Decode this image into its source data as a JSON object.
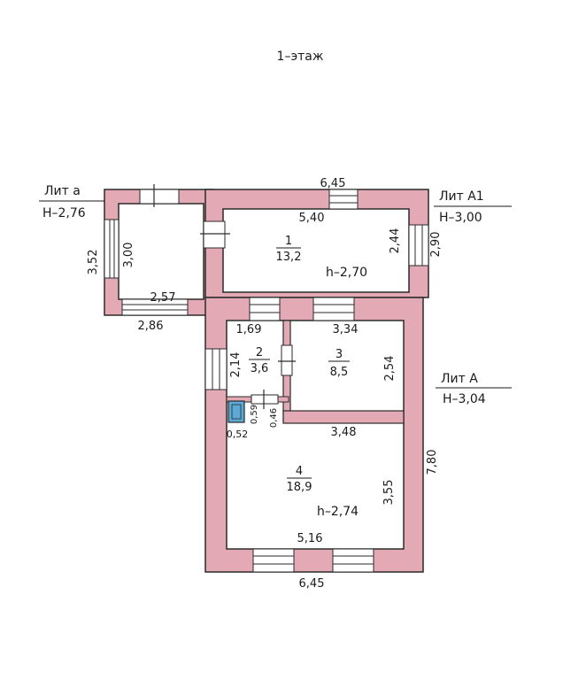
{
  "title": "1–этаж",
  "colors": {
    "wall": "#e3aab6",
    "wall_stroke": "#2a2a2a",
    "window": "#ffffff",
    "fixture": "#5da9d6"
  },
  "labels": {
    "lit_a_small": {
      "name": "Лит a",
      "height": "H–2,76"
    },
    "lit_a1": {
      "name": "Лит A1",
      "height": "H–3,00"
    },
    "lit_a": {
      "name": "Лит A",
      "height": "H–3,04"
    }
  },
  "rooms": {
    "r1": {
      "num": "1",
      "area": "13,2",
      "h": "h–2,70"
    },
    "r2": {
      "num": "2",
      "area": "3,6"
    },
    "r3": {
      "num": "3",
      "area": "8,5"
    },
    "r4": {
      "num": "4",
      "area": "18,9",
      "h": "h–2,74"
    }
  },
  "dims": {
    "d_645_top": "6,45",
    "d_540": "5,40",
    "d_244": "2,44",
    "d_290": "2,90",
    "d_352": "3,52",
    "d_300": "3,00",
    "d_257": "2,57",
    "d_286": "2,86",
    "d_169": "1,69",
    "d_334": "3,34",
    "d_214": "2,14",
    "d_254": "2,54",
    "d_059": "0,59",
    "d_046": "0,46",
    "d_052": "0,52",
    "d_348": "3,48",
    "d_780": "7,80",
    "d_355": "3,55",
    "d_516": "5,16",
    "d_645_bottom": "6,45"
  }
}
